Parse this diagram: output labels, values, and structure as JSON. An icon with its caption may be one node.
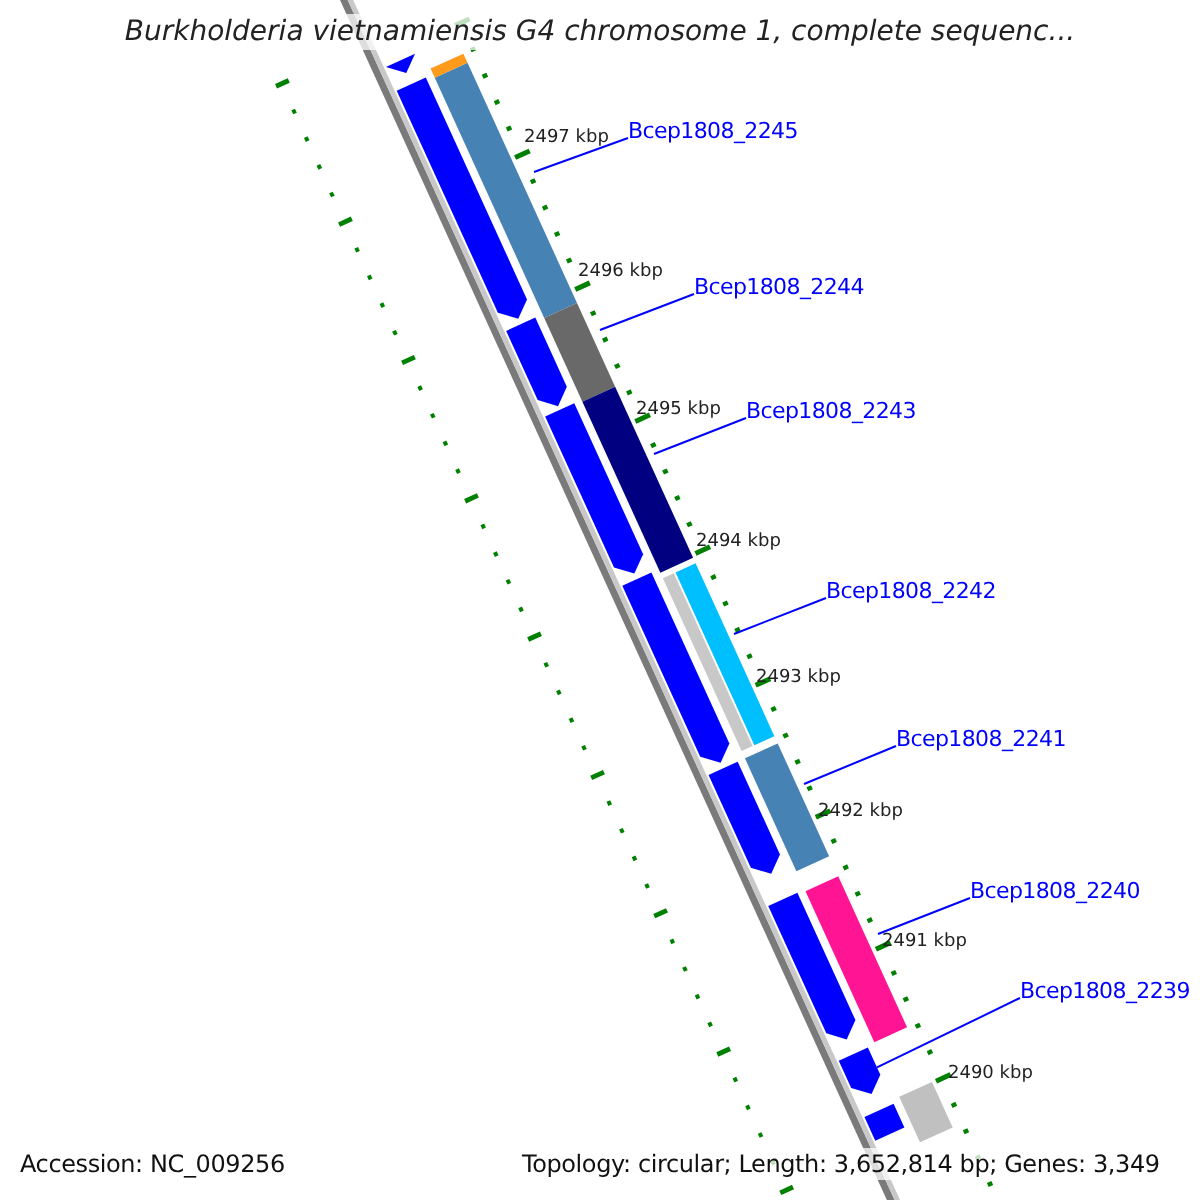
{
  "diagram": {
    "title": "Burkholderia vietnamiensis G4 chromosome 1, complete sequenc...",
    "nodes": [
      {
        "text": [
          "Bcep1808_2245"
        ]
      },
      {
        "text": [
          "Bcep1808_2244"
        ]
      },
      {
        "text": [
          "Bcep1808_2243"
        ]
      },
      {
        "text": [
          "Bcep1808_2242"
        ]
      },
      {
        "text": [
          "Bcep1808_2241"
        ]
      },
      {
        "text": [
          "Bcep1808_2240"
        ]
      },
      {
        "text": [
          "Bcep1808_2239"
        ]
      },
      {
        "text": [],
        "shape": "bar"
      },
      {
        "text": [],
        "shape": "bar"
      },
      {
        "text": [],
        "shape": "bar"
      },
      {
        "text": [],
        "shape": "bar"
      },
      {
        "text": [],
        "shape": "bar"
      },
      {
        "text": [],
        "shape": "bar"
      },
      {
        "text": [],
        "shape": "bar"
      },
      {
        "text": [],
        "shape": "bar"
      },
      {
        "text": [],
        "shape": "bar"
      },
      {
        "text": [],
        "shape": "bar"
      },
      {
        "text": [],
        "shape": "bar"
      },
      {
        "text": [],
        "shape": "bar"
      },
      {
        "text": [],
        "shape": "bar"
      },
      {
        "text": [],
        "shape": "bar"
      },
      {
        "text": [],
        "shape": "bar"
      },
      {
        "text": [],
        "shape": "bar"
      },
      {
        "text": [],
        "shape": "bar"
      },
      {
        "text": [],
        "shape": "bar"
      }
    ],
    "edges": [
      {
        "from": 0,
        "to": 7,
        "arrow": "none"
      },
      {
        "from": 1,
        "to": 8,
        "arrow": "none"
      },
      {
        "from": 2,
        "to": 9,
        "arrow": "none"
      },
      {
        "from": 3,
        "to": 10,
        "arrow": "none"
      },
      {
        "from": 4,
        "to": 11,
        "arrow": "none"
      },
      {
        "from": 5,
        "to": 12,
        "arrow": "none"
      },
      {
        "from": 6,
        "to": 13,
        "arrow": "none"
      }
    ],
    "labels": [
      "2497 kbp",
      "2496 kbp",
      "2495 kbp",
      "2494 kbp",
      "2493 kbp",
      "2492 kbp",
      "2491 kbp",
      "2490 kbp",
      "Accession: NC_009256",
      "Topology: circular; Length: 3,652,814 bp; Genes: 3,349"
    ]
  }
}
